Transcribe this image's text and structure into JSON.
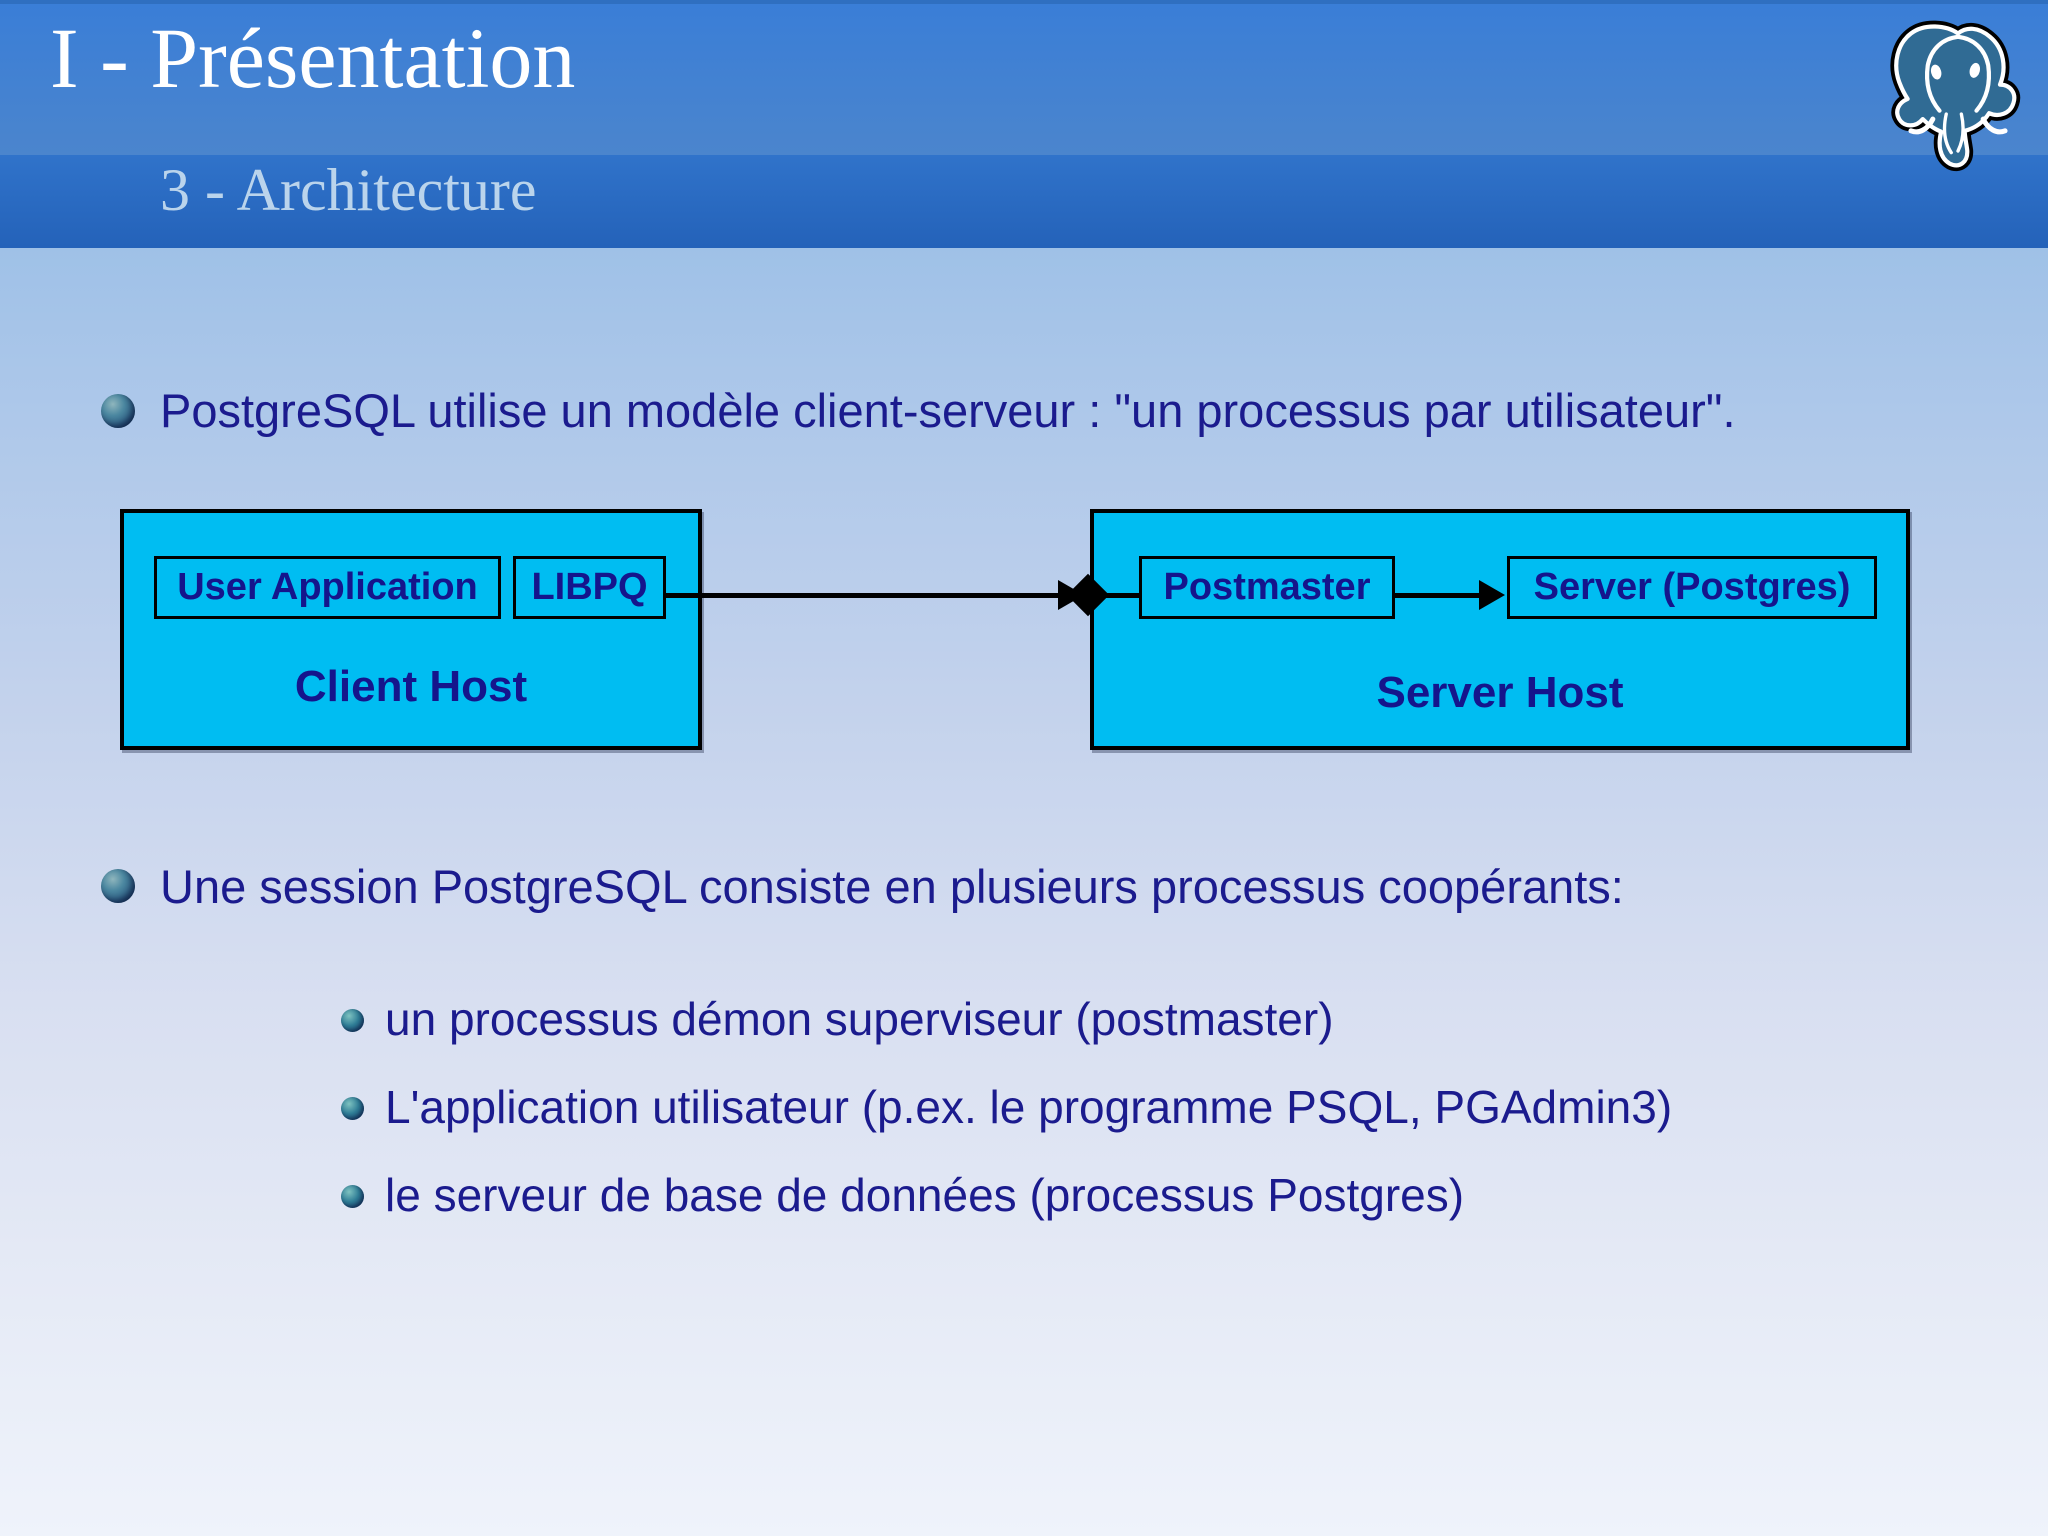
{
  "header": {
    "title": "I - Présentation",
    "subtitle": "3 - Architecture",
    "logo_icon": "postgresql-elephant-logo"
  },
  "content": {
    "bullet1": "PostgreSQL utilise un modèle client-serveur : \"un processus par utilisateur\".",
    "bullet2": "Une session PostgreSQL consiste en plusieurs processus coopérants:",
    "subbullets": [
      "un processus démon superviseur (postmaster)",
      "L'application utilisateur (p.ex. le programme PSQL, PGAdmin3)",
      "le serveur de base de données (processus Postgres)"
    ]
  },
  "diagram": {
    "client_host": {
      "label": "Client Host",
      "inner_boxes": [
        "User Application",
        "LIBPQ"
      ]
    },
    "server_host": {
      "label": "Server Host",
      "inner_boxes": [
        "Postmaster",
        "Server (Postgres)"
      ]
    }
  },
  "colors": {
    "header_top_band": "#3b7fd6",
    "header_sub_band": "#2a6ac2",
    "title_text": "#ffffff",
    "subtitle_text": "#bad4ec",
    "body_text": "#1b1b8e",
    "diagram_box_fill": "#00bdf2",
    "diagram_box_border": "#000000",
    "diagram_label_text": "#15158c",
    "logo_fill": "#306b94"
  }
}
